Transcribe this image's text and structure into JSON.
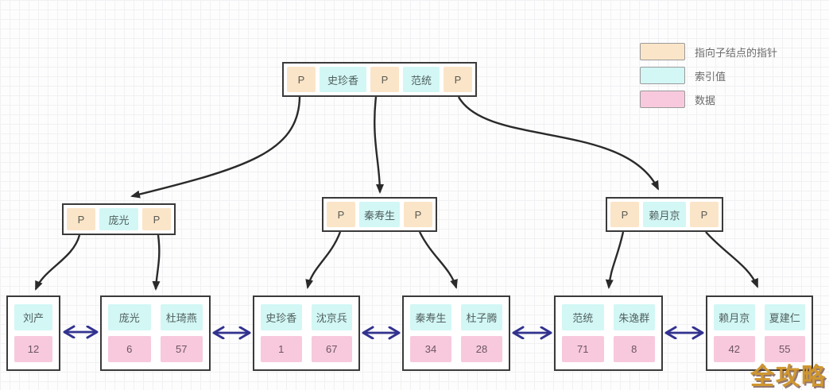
{
  "diagram": {
    "type": "bplus-tree",
    "root": {
      "cells": [
        "P",
        "史珍香",
        "P",
        "范统",
        "P"
      ]
    },
    "internal_nodes": [
      {
        "cells": [
          "P",
          "庞光",
          "P"
        ]
      },
      {
        "cells": [
          "P",
          "秦寿生",
          "P"
        ]
      },
      {
        "cells": [
          "P",
          "赖月京",
          "P"
        ]
      }
    ],
    "leaf_nodes": [
      {
        "entries": [
          {
            "key": "刘产",
            "value": "12"
          }
        ]
      },
      {
        "entries": [
          {
            "key": "庞光",
            "value": "6"
          },
          {
            "key": "杜琦燕",
            "value": "57"
          }
        ]
      },
      {
        "entries": [
          {
            "key": "史珍香",
            "value": "1"
          },
          {
            "key": "沈京兵",
            "value": "67"
          }
        ]
      },
      {
        "entries": [
          {
            "key": "秦寿生",
            "value": "34"
          },
          {
            "key": "杜子腾",
            "value": "28"
          }
        ]
      },
      {
        "entries": [
          {
            "key": "范统",
            "value": "71"
          },
          {
            "key": "朱逸群",
            "value": "8"
          }
        ]
      },
      {
        "entries": [
          {
            "key": "赖月京",
            "value": "42"
          },
          {
            "key": "夏建仁",
            "value": "55"
          }
        ]
      }
    ]
  },
  "legend": {
    "items": [
      {
        "label": "指向子结点的指针",
        "color": "#fbe5c8"
      },
      {
        "label": "索引值",
        "color": "#d2f7f5"
      },
      {
        "label": "数据",
        "color": "#f8c9dd"
      }
    ]
  },
  "watermark": "全攻略",
  "colors": {
    "pointer_cell": "#fbe5c8",
    "index_cell": "#d2f7f5",
    "data_cell": "#f8c9dd",
    "tree_arrow": "#2a2a2a",
    "leaf_link_arrow": "#32328f",
    "node_border": "#3a3a3a",
    "watermark": "#cf9730"
  }
}
